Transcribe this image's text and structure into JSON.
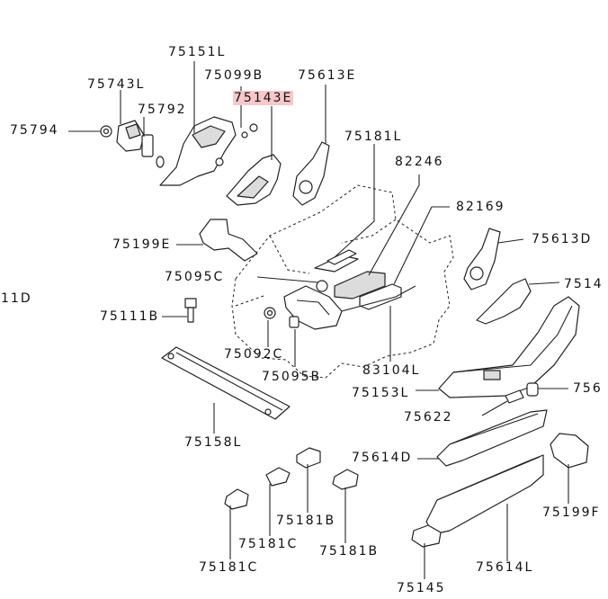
{
  "diagram": {
    "highlight_color": "#f7c7ca",
    "labels": [
      {
        "id": "l75151L",
        "text": "75151L"
      },
      {
        "id": "l75099B",
        "text": "75099B"
      },
      {
        "id": "l75613E",
        "text": "75613E"
      },
      {
        "id": "l75743L",
        "text": "75743L"
      },
      {
        "id": "l75143E",
        "text": "75143E",
        "highlighted": true
      },
      {
        "id": "l75792",
        "text": "75792"
      },
      {
        "id": "l75794",
        "text": "75794"
      },
      {
        "id": "l75181L",
        "text": "75181L"
      },
      {
        "id": "l82246",
        "text": "82246"
      },
      {
        "id": "l82169",
        "text": "82169"
      },
      {
        "id": "l75613D",
        "text": "75613D"
      },
      {
        "id": "l75199E",
        "text": "75199E"
      },
      {
        "id": "l75095C",
        "text": "75095C"
      },
      {
        "id": "l7514",
        "text": "7514"
      },
      {
        "id": "l11D",
        "text": "11D"
      },
      {
        "id": "l75111B",
        "text": "75111B"
      },
      {
        "id": "l75092C",
        "text": "75092C"
      },
      {
        "id": "l75095B",
        "text": "75095B"
      },
      {
        "id": "l83104L",
        "text": "83104L"
      },
      {
        "id": "l75153L",
        "text": "75153L"
      },
      {
        "id": "l756",
        "text": "756"
      },
      {
        "id": "l75622",
        "text": "75622"
      },
      {
        "id": "l75158L",
        "text": "75158L"
      },
      {
        "id": "l75614D",
        "text": "75614D"
      },
      {
        "id": "l75199F",
        "text": "75199F"
      },
      {
        "id": "l75181C_a",
        "text": "75181C"
      },
      {
        "id": "l75181B_a",
        "text": "75181B"
      },
      {
        "id": "l75181B_b",
        "text": "75181B"
      },
      {
        "id": "l75181C_b",
        "text": "75181C"
      },
      {
        "id": "l75614L",
        "text": "75614L"
      },
      {
        "id": "l75145",
        "text": "75145"
      }
    ]
  }
}
